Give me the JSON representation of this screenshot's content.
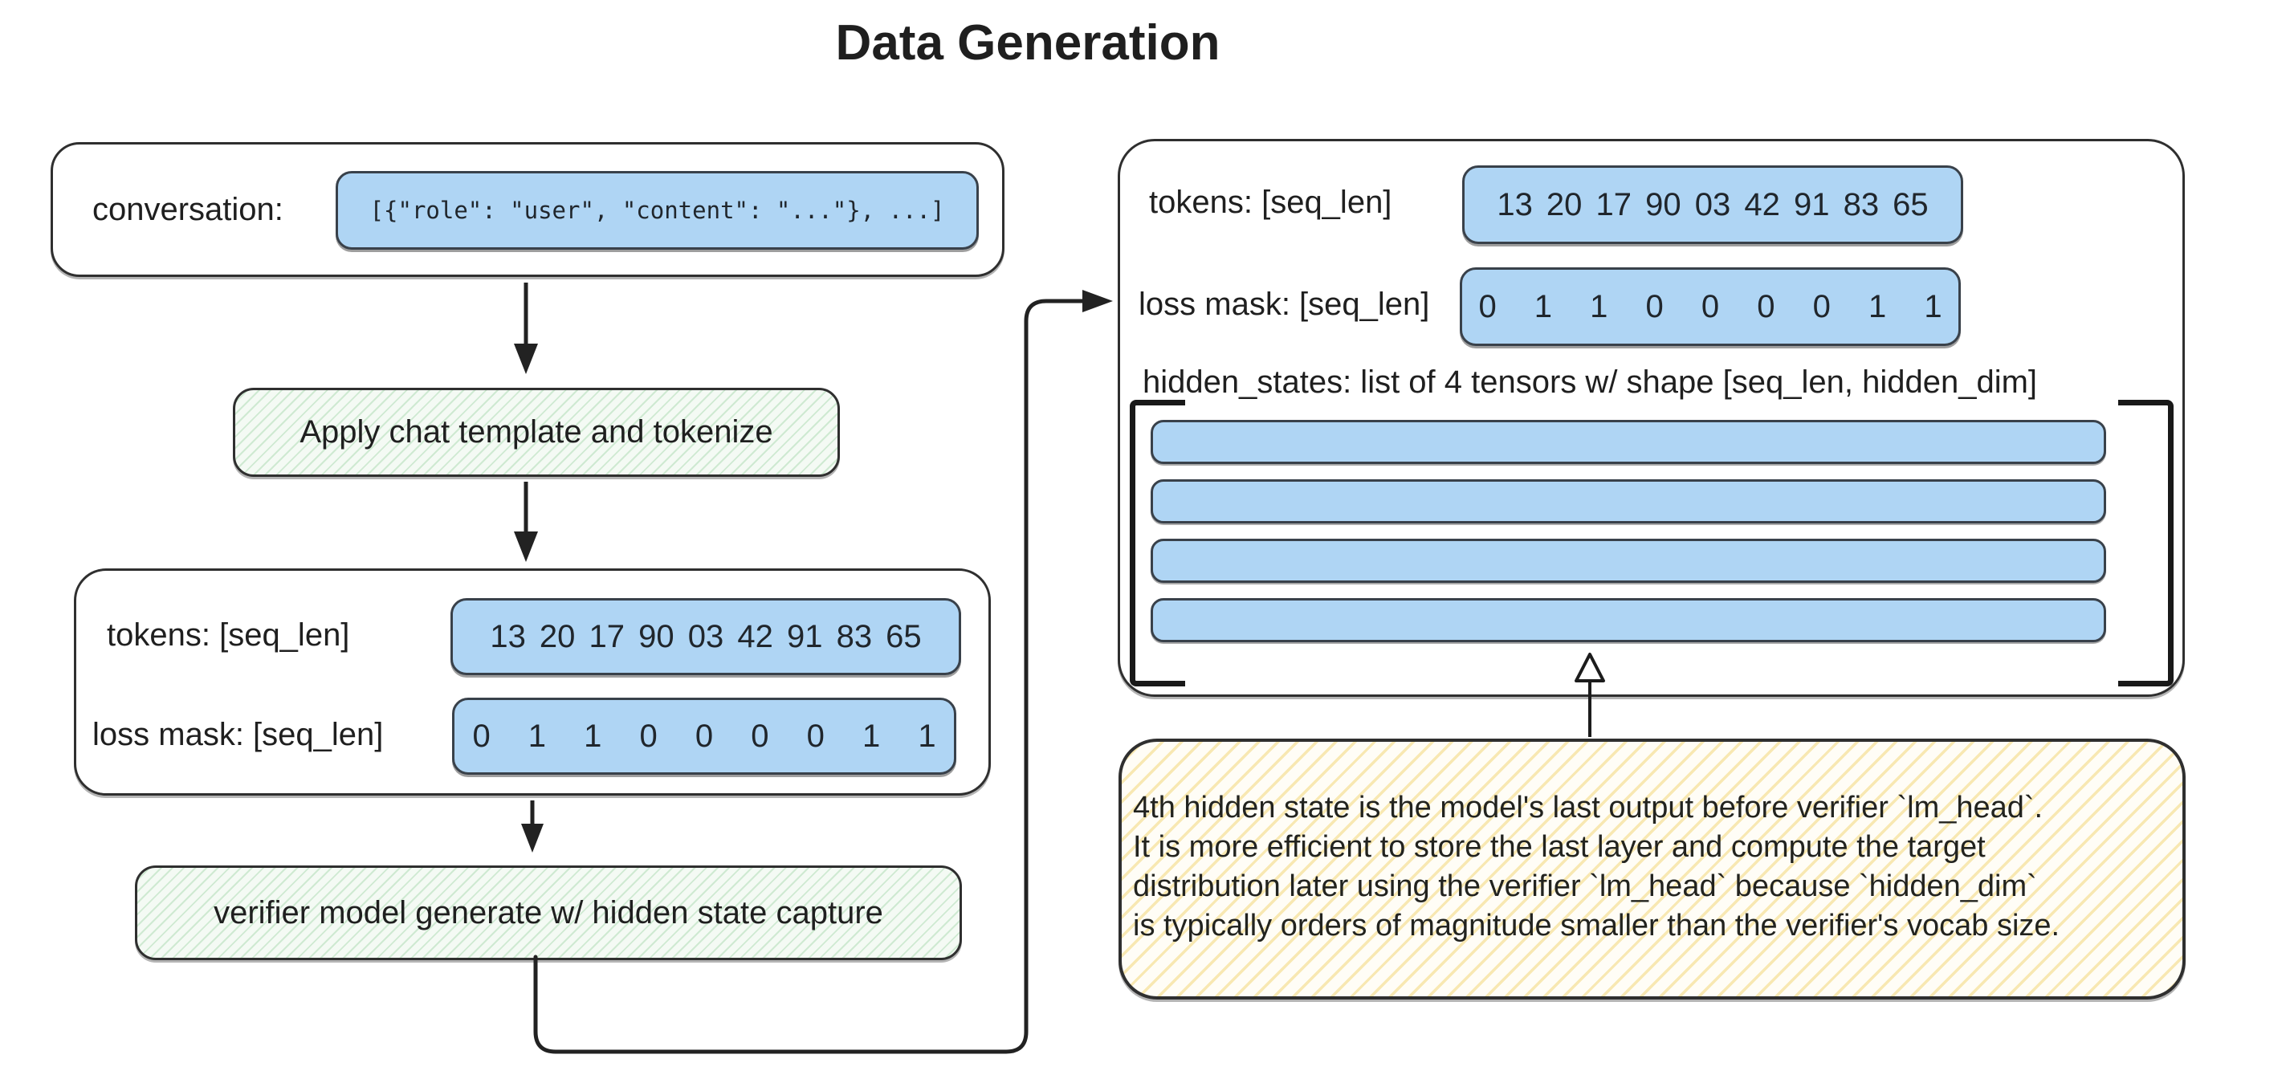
{
  "title": "Data Generation",
  "colors": {
    "pill_blue": "#AFD5F4",
    "line_dark": "#2f2f2f",
    "ink": "#1f1f1f",
    "green_hatch": "#6ebe78",
    "yellow_hatch": "#f3d67b"
  },
  "left_flow": {
    "conversation": {
      "label": "conversation:",
      "code": "[{\"role\": \"user\", \"content\": \"...\"}, ...]"
    },
    "step_apply_template": "Apply chat template and tokenize",
    "tensors": {
      "tokens_label": "tokens: [seq_len]",
      "tokens_values": "13 20 17 90 03 42 91 83 65",
      "loss_mask_label": "loss mask: [seq_len]",
      "loss_mask_values": "0 1 1 0 0 0 0 1 1"
    },
    "step_verifier_generate": "verifier model generate w/ hidden state capture"
  },
  "right_panel": {
    "tokens_label": "tokens: [seq_len]",
    "tokens_values": "13 20 17 90 03 42 91 83 65",
    "loss_mask_label": "loss mask: [seq_len]",
    "loss_mask_values": "0 1 1 0 0 0 0 1 1",
    "hidden_states_label": "hidden_states: list of 4 tensors w/ shape [seq_len, hidden_dim]",
    "num_tensor_bars": 4
  },
  "note": {
    "lines": [
      "4th hidden state is the model's last output before verifier `lm_head`.",
      "It is more efficient to store the last layer and compute the target",
      "distribution later using the verifier `lm_head` because `hidden_dim`",
      "is typically orders of magnitude smaller than the verifier's vocab size."
    ]
  }
}
